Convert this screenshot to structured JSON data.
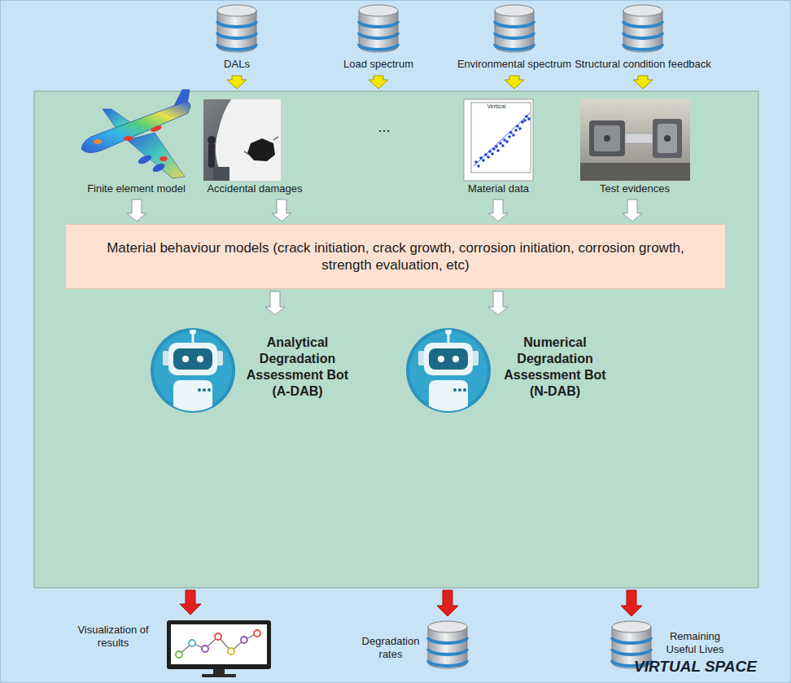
{
  "diagram": {
    "nodes": [
      {
        "text": [
          "DALs"
        ]
      },
      {
        "text": [
          "Load spectrum"
        ]
      },
      {
        "text": [
          "Environmental spectrum"
        ]
      },
      {
        "text": [
          "Structural condition feedback"
        ]
      },
      {
        "text": []
      },
      {
        "text": [
          "Finite element model"
        ],
        "in": 4
      },
      {
        "text": [
          "Accidental damages"
        ],
        "in": 4
      },
      {
        "text": [
          "Material data"
        ],
        "in": 4
      },
      {
        "text": [
          "Test evidences"
        ],
        "in": 4
      },
      {
        "text": [
          "Material behaviour models (crack initiation, crack growth, corrosion initiation, corrosion growth, strength evaluation, etc)"
        ],
        "in": 4
      },
      {
        "text": [
          "Analytical Degradation Assessment Bot (A-DAB)"
        ],
        "in": 4
      },
      {
        "text": [
          "Numerical Degradation Assessment Bot (N-DAB)"
        ],
        "in": 4
      },
      {
        "text": [
          "Visualization of results"
        ]
      },
      {
        "text": [
          "Degradation rates"
        ]
      },
      {
        "text": [
          "Remaining Useful Lives"
        ]
      }
    ],
    "edges": [
      {
        "from": 0,
        "to": 4,
        "arrow": "to"
      },
      {
        "from": 1,
        "to": 4,
        "arrow": "to"
      },
      {
        "from": 2,
        "to": 4,
        "arrow": "to"
      },
      {
        "from": 3,
        "to": 4,
        "arrow": "to"
      },
      {
        "from": 5,
        "to": 9,
        "arrow": "to"
      },
      {
        "from": 6,
        "to": 9,
        "arrow": "to"
      },
      {
        "from": 7,
        "to": 9,
        "arrow": "to"
      },
      {
        "from": 8,
        "to": 9,
        "arrow": "to"
      },
      {
        "from": 9,
        "to": 10,
        "arrow": "to"
      },
      {
        "from": 9,
        "to": 11,
        "arrow": "to"
      },
      {
        "from": 4,
        "to": 12,
        "arrow": "to"
      },
      {
        "from": 4,
        "to": 13,
        "arrow": "to"
      },
      {
        "from": 4,
        "to": 14,
        "arrow": "to"
      }
    ],
    "labels": [
      "...",
      "Vertical",
      "VIRTUAL SPACE"
    ]
  }
}
